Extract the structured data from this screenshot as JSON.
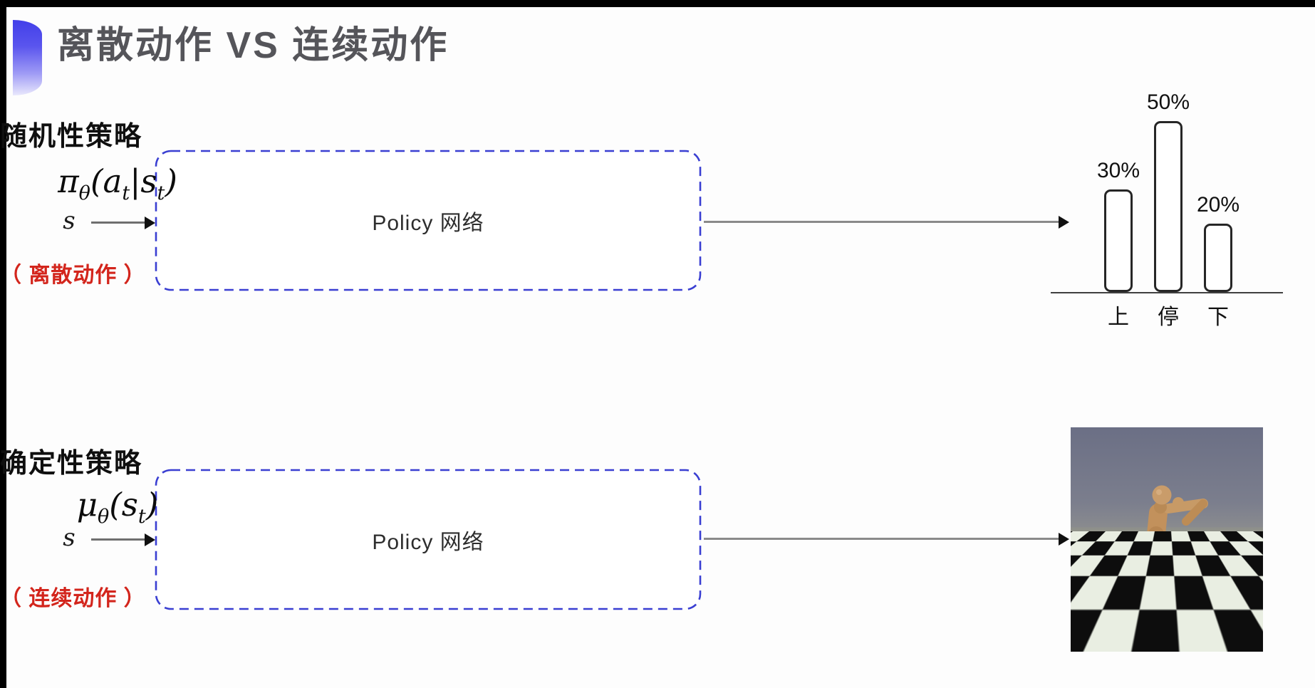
{
  "page": {
    "title": "离散动作 VS 连续动作"
  },
  "colors": {
    "box_border_blue": "#3a3fd2",
    "accent_red": "#d3251c",
    "title_gray": "#55555a",
    "title_dot_blue": "#423fe9"
  },
  "rows": [
    {
      "id": "stochastic-policy-row",
      "input_label": "s",
      "box_label": "Policy 网络",
      "policy_title": "随机性策略",
      "formula_text": "π_θ(a_t|s_t)",
      "formula_tokens": [
        "π",
        "_θ",
        "(",
        "a",
        "_t",
        "|",
        "s",
        "_t",
        ")"
      ],
      "action_note": "（ 离散动作 ）"
    },
    {
      "id": "deterministic-policy-row",
      "input_label": "s",
      "box_label": "Policy 网络",
      "policy_title": "确定性策略",
      "formula_text": "μ_θ(s_t)",
      "formula_tokens": [
        "μ",
        "_θ",
        "(",
        "s",
        "_t",
        ")"
      ],
      "action_note": "（ 连续动作 ）"
    }
  ],
  "chart_data": {
    "type": "bar",
    "title": "",
    "categories": [
      "上",
      "停",
      "下"
    ],
    "values": [
      30,
      50,
      20
    ],
    "value_labels": [
      "30%",
      "50%",
      "20%"
    ],
    "unit": "%",
    "ylim": [
      0,
      60
    ],
    "grid": false,
    "legend": "none",
    "bar_style": "outlined-rounded-white"
  }
}
